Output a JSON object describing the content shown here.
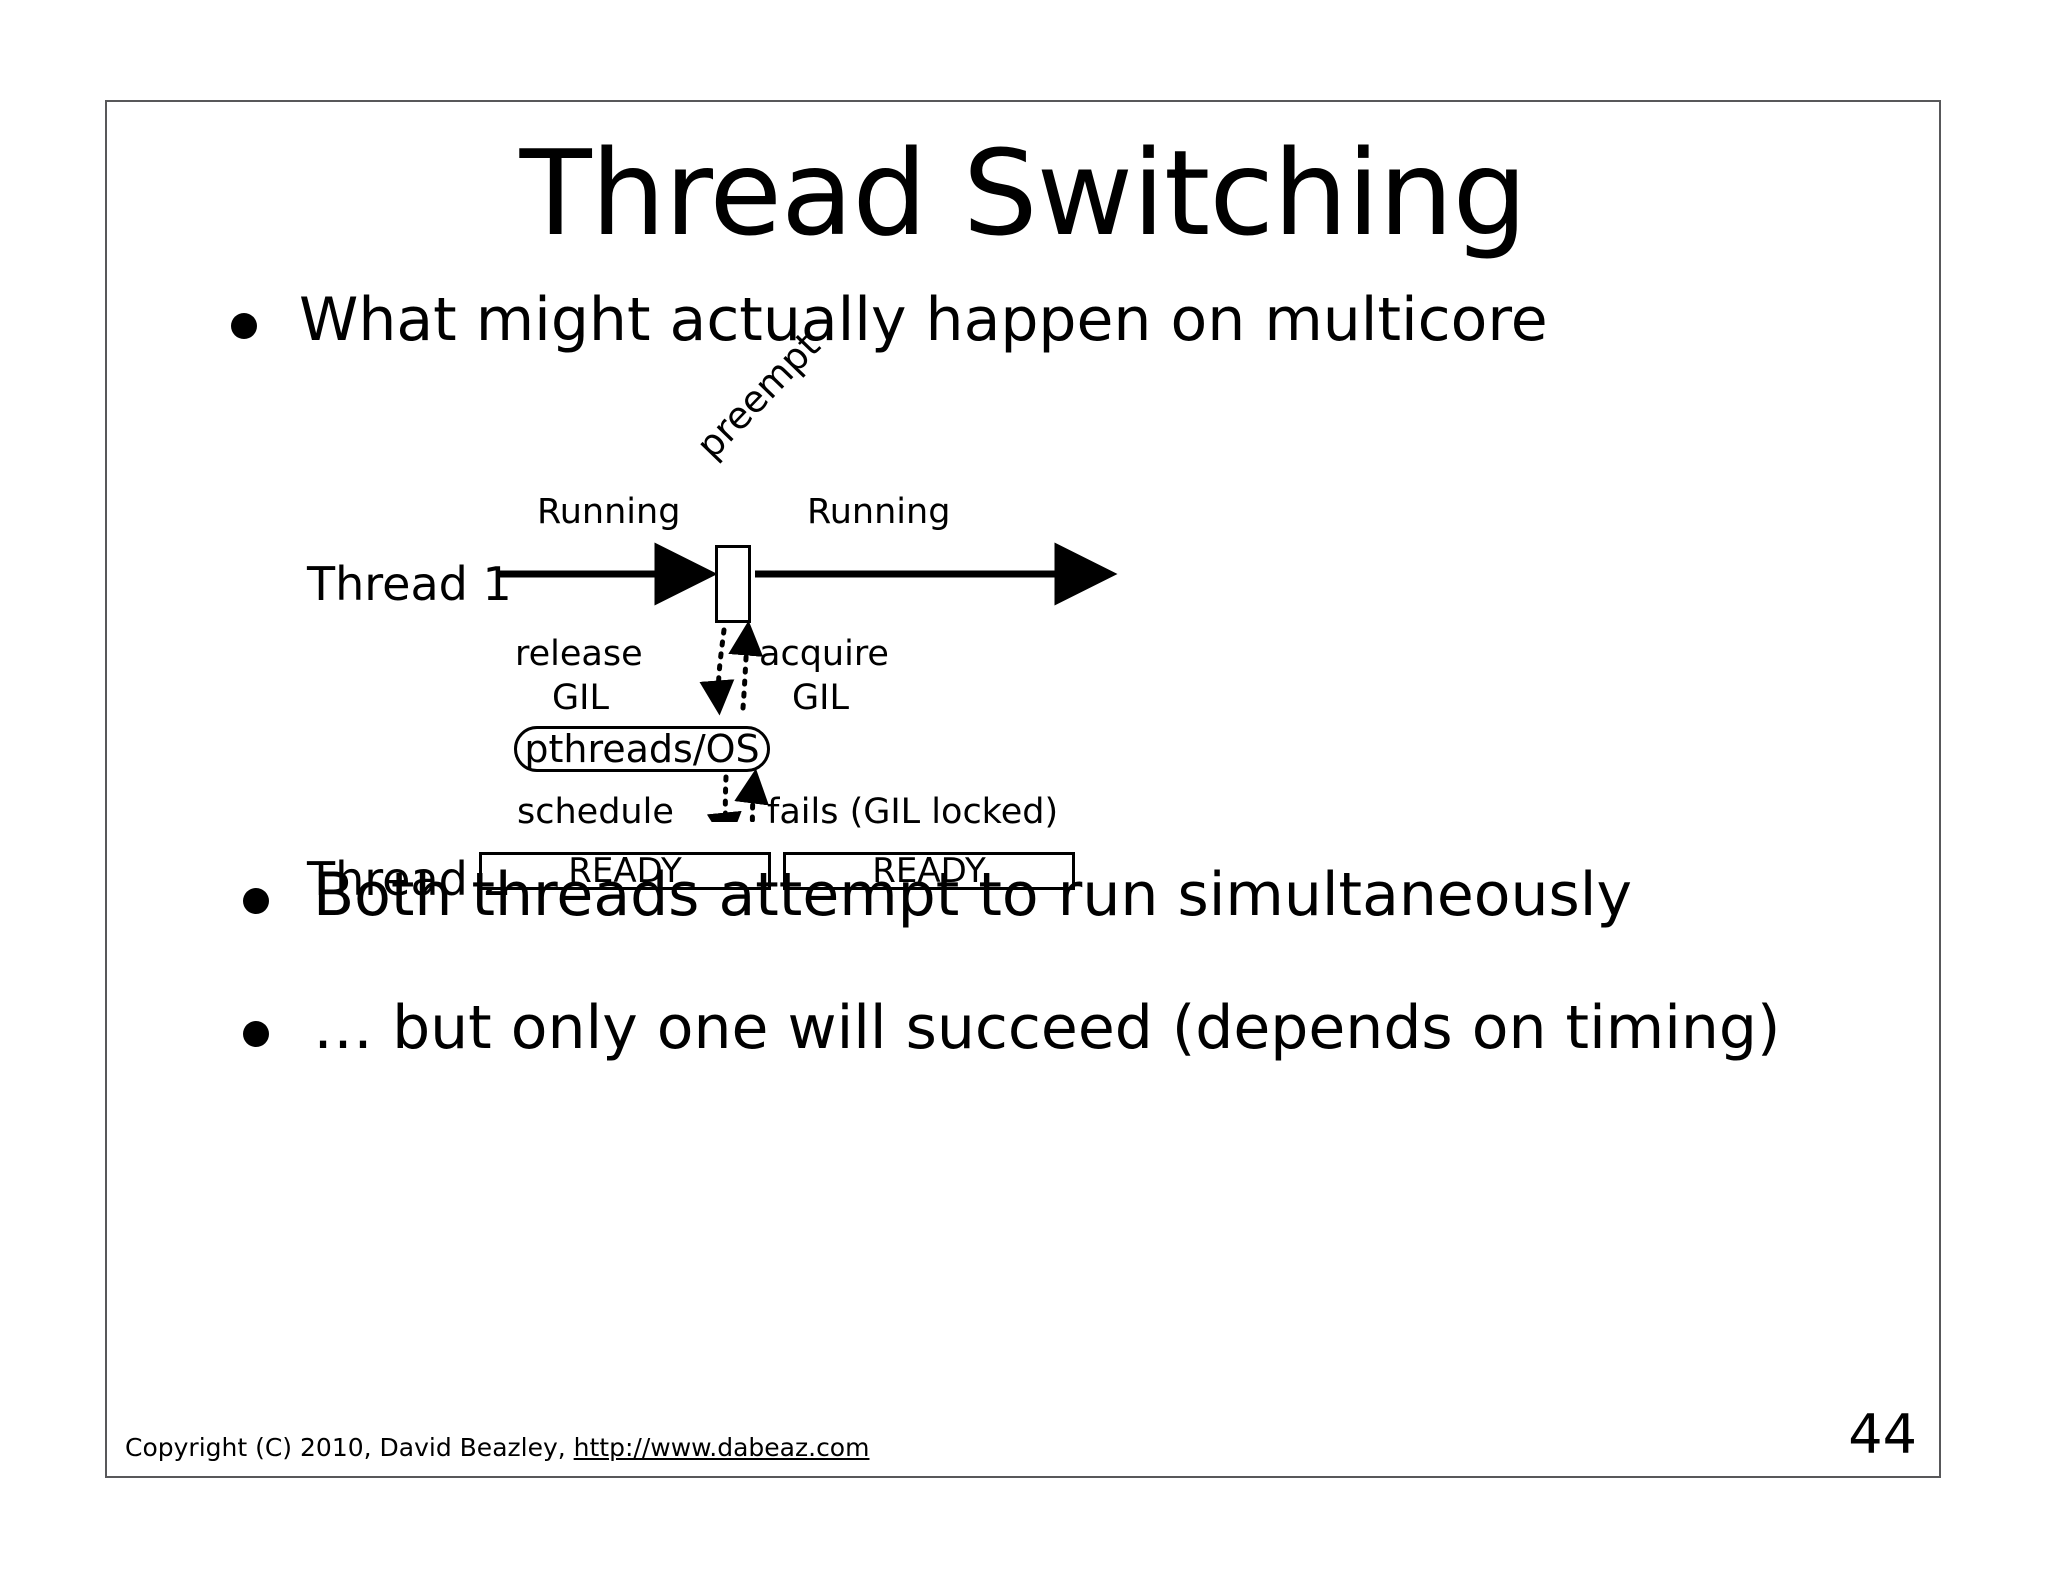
{
  "slide": {
    "title": "Thread Switching",
    "page_number": "44",
    "bullets": [
      {
        "id": "b1",
        "text": "What might actually happen on multicore"
      },
      {
        "id": "b2",
        "text": "Both threads attempt to run simultaneously"
      },
      {
        "id": "b3",
        "text": "… but only one will succeed (depends on timing)"
      }
    ],
    "footer": {
      "copyright": "Copyright (C) 2010,  David Beazley, ",
      "url": "http://www.dabeaz.com"
    }
  },
  "diagram": {
    "thread1_label": "Thread 1",
    "thread2_label": "Thread 2",
    "running_1": "Running",
    "running_2": "Running",
    "preempt": "preempt",
    "release": "release",
    "release_gil": "GIL",
    "acquire": "acquire",
    "acquire_gil": "GIL",
    "pthreads_os": "pthreads/OS",
    "schedule": "schedule",
    "fails": "fails (GIL locked)",
    "ready_1": "READY",
    "ready_2": "READY"
  },
  "colors": {
    "ink": "#000000",
    "paper": "#ffffff",
    "frame": "#58585a"
  }
}
